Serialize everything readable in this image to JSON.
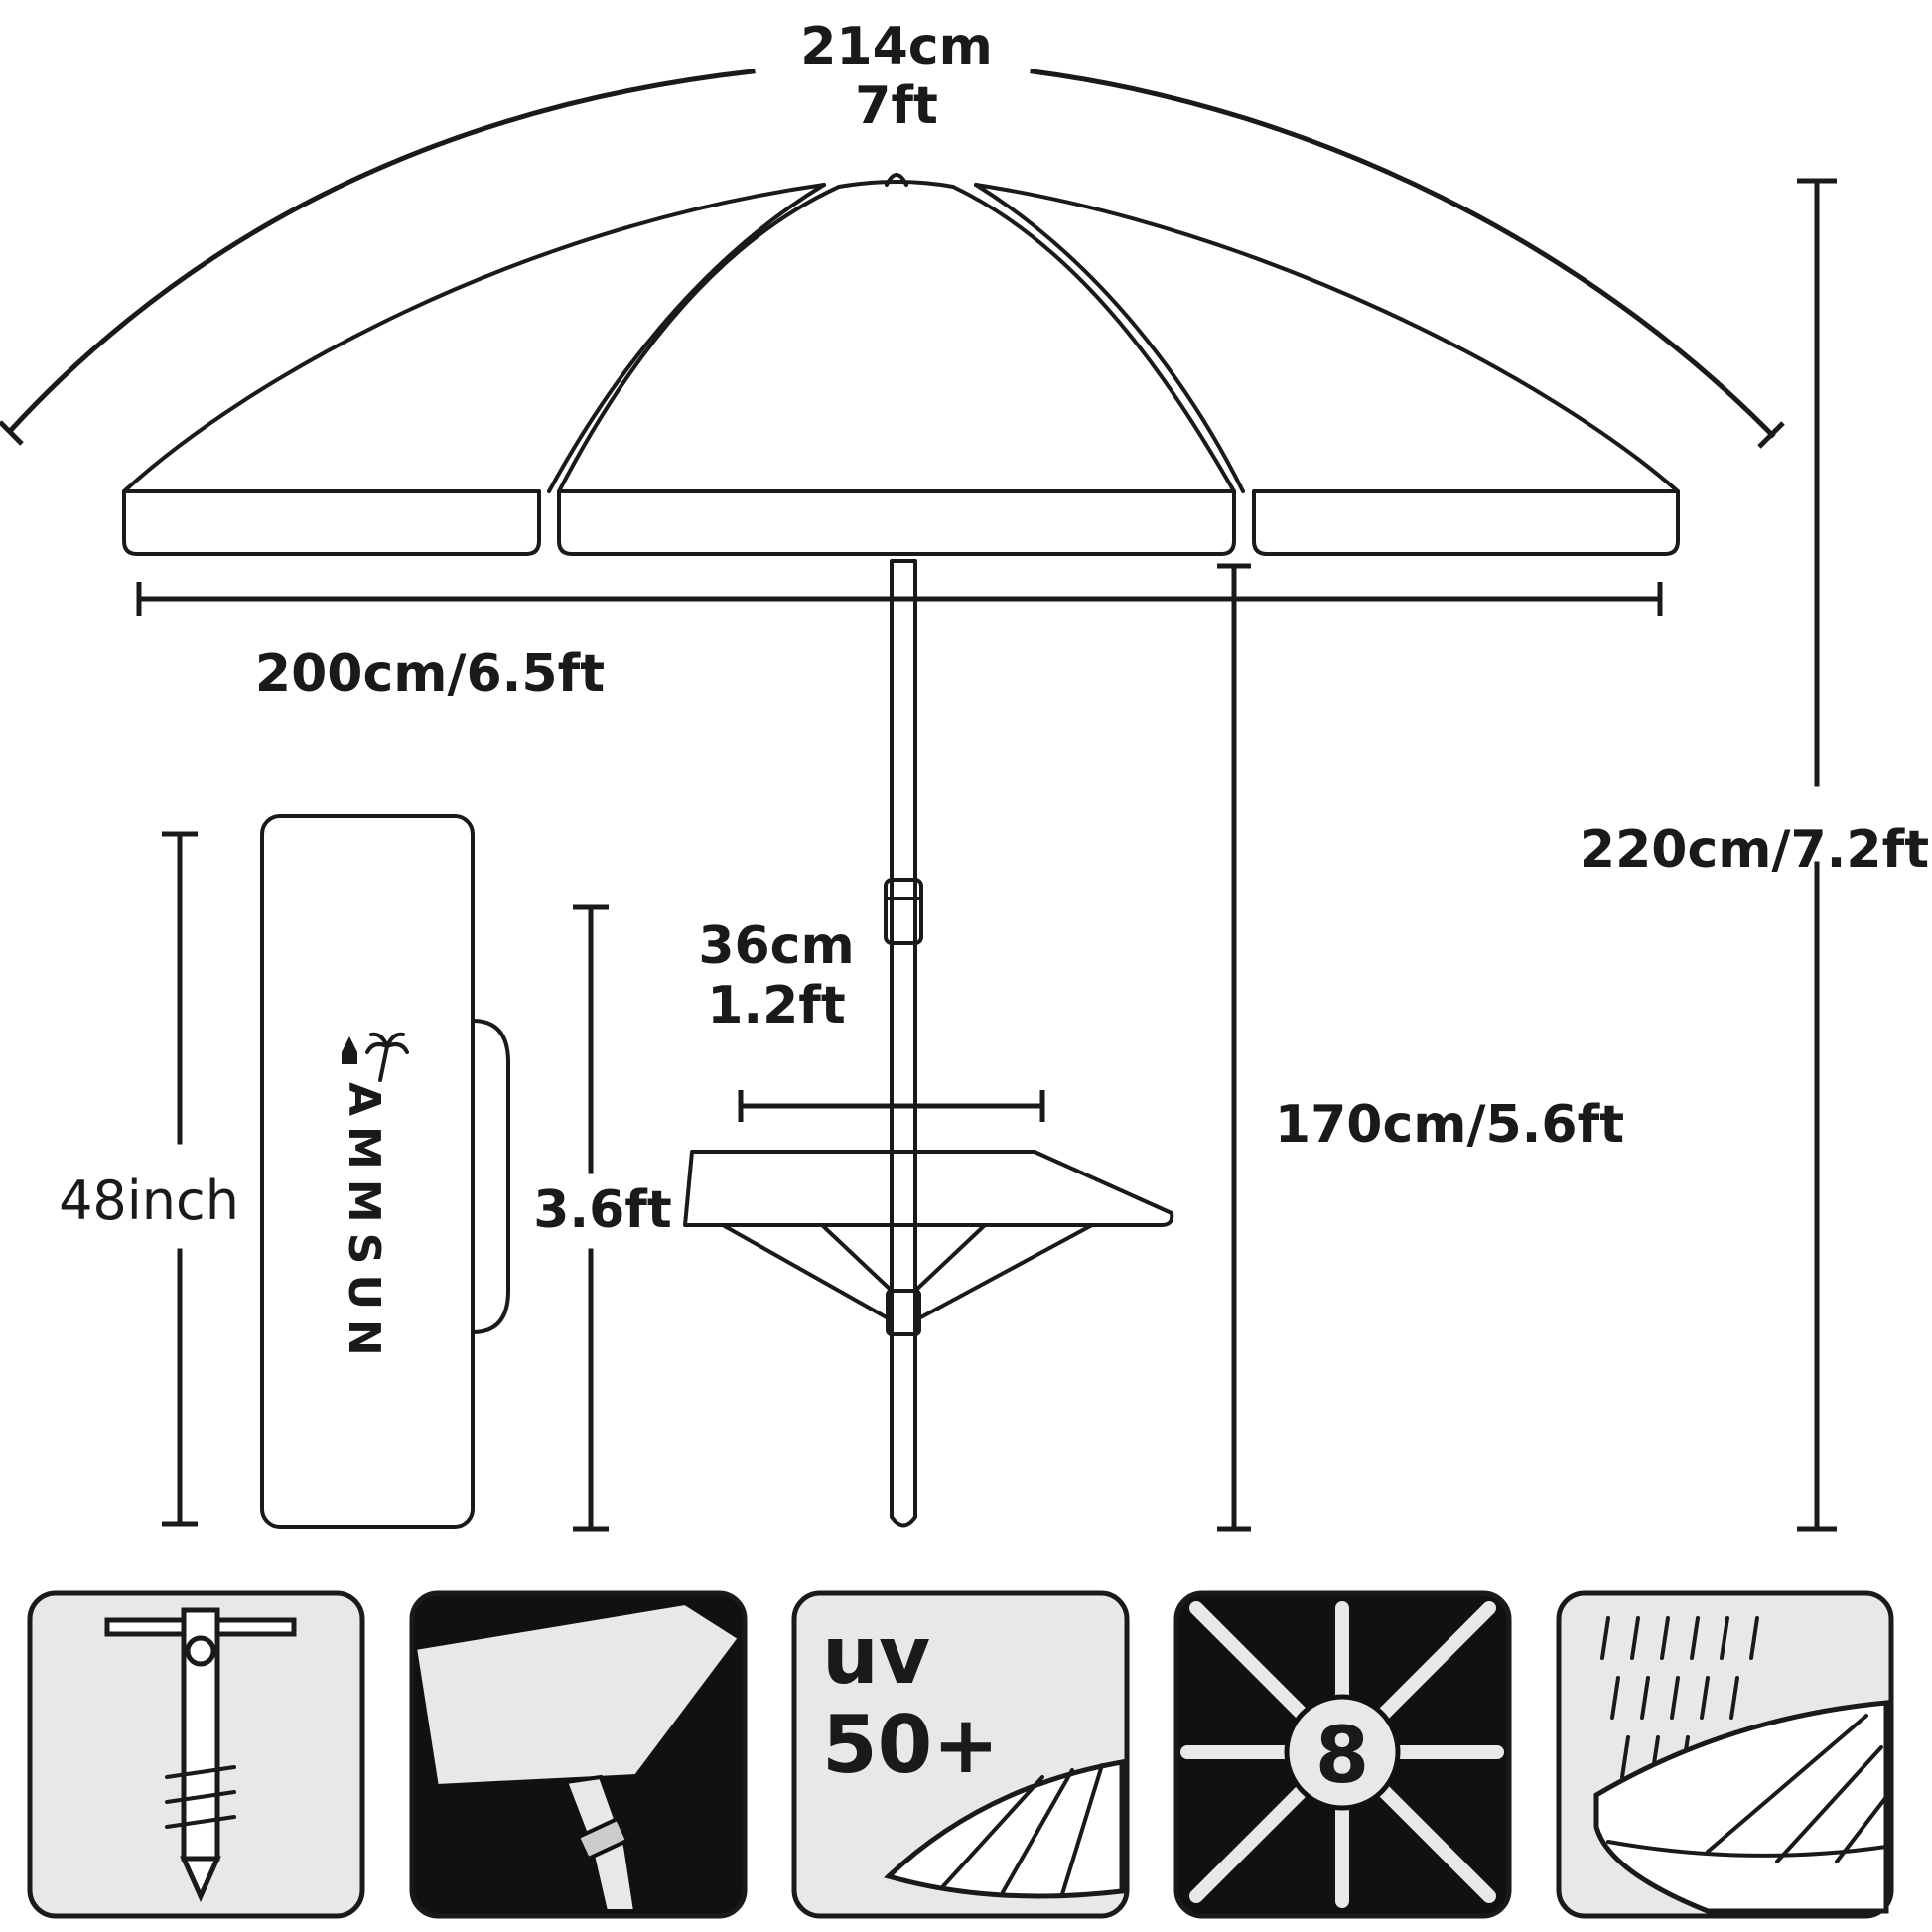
{
  "dimensions": {
    "arc_length_cm": "214cm",
    "arc_length_ft": "7ft",
    "canopy_width": "200cm/6.5ft",
    "total_height": "220cm/7.2ft",
    "clearance_height": "170cm/5.6ft",
    "folded_width_cm": "36cm",
    "folded_width_ft": "1.2ft",
    "folded_height": "3.6ft",
    "bag_length": "48inch"
  },
  "bag": {
    "brand": "AMMSUN"
  },
  "features": [
    {
      "id": "anchor",
      "icon": "sand-anchor-icon"
    },
    {
      "id": "tilt",
      "icon": "tilt-joint-icon"
    },
    {
      "id": "uv",
      "icon": "uv-protection-icon",
      "line1": "uv",
      "line2": "50+"
    },
    {
      "id": "ribs",
      "icon": "ribs-icon",
      "value": "8"
    },
    {
      "id": "waterproof",
      "icon": "waterproof-icon"
    }
  ],
  "colors": {
    "ink": "#1a1a1a",
    "panel": "#e8e8e8",
    "dark_panel": "#111111"
  }
}
